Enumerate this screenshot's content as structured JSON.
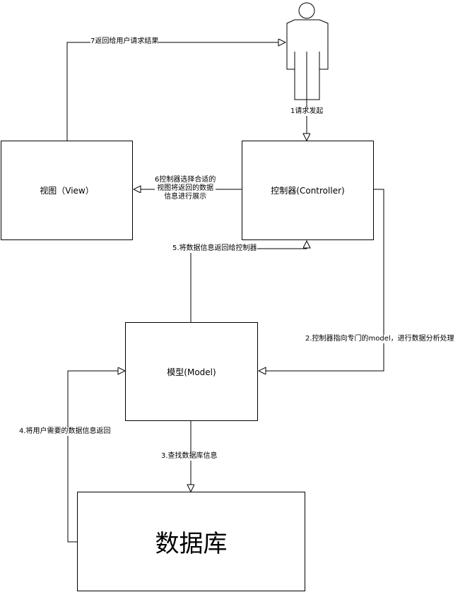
{
  "nodes": {
    "view": "视图（View）",
    "controller": "控制器(Controller)",
    "model": "模型(Model)",
    "database": "数据库"
  },
  "edges": {
    "e1": "1请求发起",
    "e2": "2.控制器指向专门的model，进行数据分析处理",
    "e3": "3.查找数据库信息",
    "e4": "4.将用户需要的数据信息返回",
    "e5": "5.将数据信息返回给控制器",
    "e6": "6控制器选择合适的\n视图将返回的数据\n信息进行展示",
    "e7": "7返回给用户请求结果"
  },
  "icons": {
    "actor": "user-actor-icon"
  }
}
